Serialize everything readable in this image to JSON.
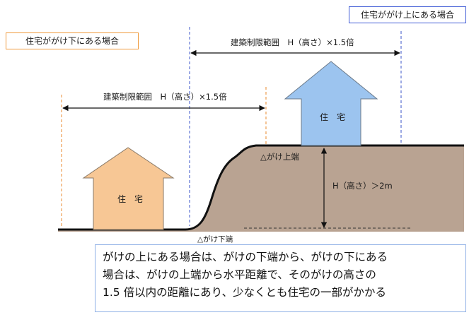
{
  "labels": {
    "house_below_case": "住宅ががけ下にある場合",
    "house_above_case": "住宅ががけ上にある場合",
    "range_upper": "建築制限範囲　H（高さ）×1.5倍",
    "range_lower": "建築制限範囲　H（高さ）×1.5倍",
    "house_upper": "住　宅",
    "house_lower": "住　宅",
    "cliff_top": "△がけ上端",
    "cliff_bottom": "△がけ下端",
    "height_condition": "H（高さ）＞2m"
  },
  "caption": {
    "line1": "がけの上にある場合は、がけの下端から、がけの下にある",
    "line2": "場合は、がけの上端から水平距離で、そのがけの高さの",
    "line3": "1.5 倍以内の距離にあり、少なくとも住宅の一部がかかる"
  },
  "colors": {
    "ground": "#b9a392",
    "house_upper": "#9cc4ef",
    "house_lower": "#f7c795",
    "guide_orange": "#e98a2d",
    "guide_blue": "#3b55c9",
    "box_orange": "#ef9a3c",
    "box_blue": "#3f5bd6"
  }
}
